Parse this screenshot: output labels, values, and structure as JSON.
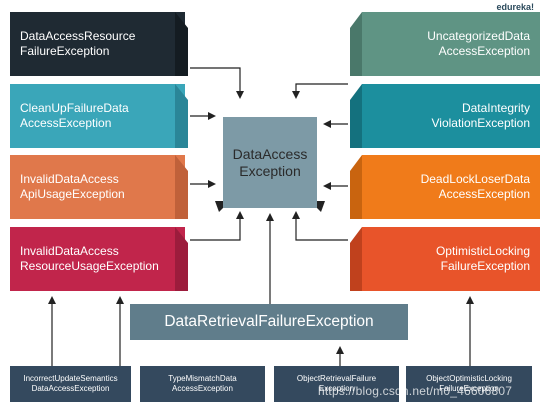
{
  "brand": "edureka!",
  "center": {
    "label": "DataAccess\nException"
  },
  "left_boxes": [
    {
      "label": "DataAccessResource\nFailureException",
      "color": "#1f2a33"
    },
    {
      "label": "CleanUpFailureData\nAccessException",
      "color": "#3aa6b9"
    },
    {
      "label": "InvalidDataAccess\nApiUsageException",
      "color": "#e0784b"
    },
    {
      "label": "InvalidDataAccess\nResourceUsageException",
      "color": "#c1254b"
    }
  ],
  "right_boxes": [
    {
      "label": "UncategorizedData\nAccessException",
      "color": "#5f9484"
    },
    {
      "label": "DataIntegrity\nViolationException",
      "color": "#1c8f9e"
    },
    {
      "label": "DeadLockLoserData\nAccessException",
      "color": "#f07b1a"
    },
    {
      "label": "OptimisticLocking\nFailureException",
      "color": "#e8542a"
    }
  ],
  "retrieval": {
    "label": "DataRetrievalFailureException"
  },
  "bottom_boxes": [
    {
      "label": "IncorrectUpdateSemantics\nDataAccessException"
    },
    {
      "label": "TypeMismatchData\nAccessException"
    },
    {
      "label": "ObjectRetrievalFailure\nException"
    },
    {
      "label": "ObjectOptimisticLocking\nFailureException"
    }
  ],
  "watermark": "https://blog.csdn.net/m0_46606807",
  "colors": {
    "center": "#7d9aa6",
    "retrieval": "#607d8b",
    "bottom": "#34495e",
    "arrow": "#222222"
  }
}
